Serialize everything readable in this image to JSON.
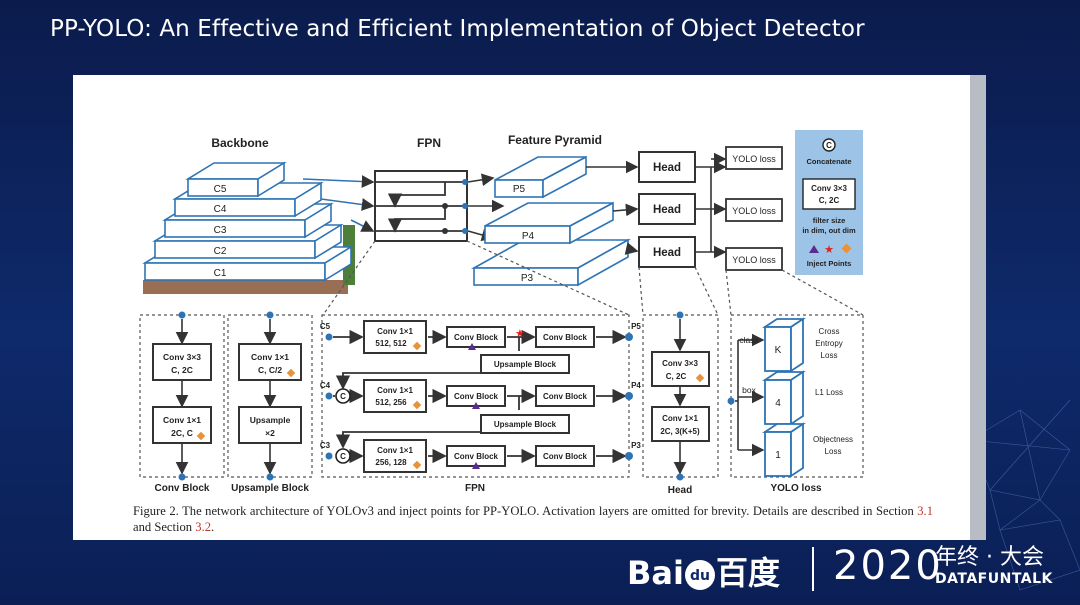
{
  "slide": {
    "title": "PP-YOLO: An Effective and Efficient Implementation of Object Detector"
  },
  "figure": {
    "top": {
      "backbone_label": "Backbone",
      "fpn_label": "FPN",
      "pyramid_label": "Feature Pyramid",
      "backbone_levels": [
        "C5",
        "C4",
        "C3",
        "C2",
        "C1"
      ],
      "pyramid_levels": [
        "P5",
        "P4",
        "P3"
      ],
      "head_label": "Head",
      "yolo_loss_label": "YOLO loss"
    },
    "legend": {
      "concat_symbol": "C",
      "concat_label": "Concatenate",
      "conv_line1": "Conv 3×3",
      "conv_line2": "C, 2C",
      "filter_line1": "filter size",
      "filter_line2": "in dim, out dim",
      "inject_label": "Inject Points"
    },
    "conv_block": {
      "b1_line1": "Conv 3×3",
      "b1_line2": "C, 2C",
      "b2_line1": "Conv 1×1",
      "b2_line2": "2C, C",
      "label": "Conv Block"
    },
    "upsample_block": {
      "b1_line1": "Conv 1×1",
      "b1_line2": "C, C/2",
      "b2_line1": "Upsample",
      "b2_line2": "×2",
      "label": "Upsample Block"
    },
    "fpn_detail": {
      "rows": [
        {
          "in": "C5",
          "out": "P5",
          "conv1": "Conv 1×1",
          "conv2": "512, 512"
        },
        {
          "in": "C4",
          "out": "P4",
          "conv1": "Conv 1×1",
          "conv2": "512, 256"
        },
        {
          "in": "C3",
          "out": "P3",
          "conv1": "Conv 1×1",
          "conv2": "256, 128"
        }
      ],
      "conv_block": "Conv Block",
      "upsample_block": "Upsample Block",
      "concat": "C",
      "label": "FPN"
    },
    "head_detail": {
      "b1_line1": "Conv 3×3",
      "b1_line2": "C, 2C",
      "b2_line1": "Conv 1×1",
      "b2_line2": "2C, 3(K+5)",
      "label": "Head"
    },
    "yolo_loss_detail": {
      "class_label": "class",
      "box_label": "box",
      "slabs": [
        "K",
        "4",
        "1"
      ],
      "loss1": [
        "Cross",
        "Entropy",
        "Loss"
      ],
      "loss2": "L1 Loss",
      "loss3": [
        "Objectness",
        "Loss"
      ],
      "label": "YOLO loss"
    },
    "caption": {
      "text": "Figure 2. The network architecture of YOLOv3 and inject points for PP-YOLO. Activation layers are omitted for brevity. Details are described in Section ",
      "ref1": "3.1",
      "mid": " and Section ",
      "ref2": "3.2",
      "end": "."
    }
  },
  "footer": {
    "logo_left": "Bai",
    "logo_paw": "du",
    "logo_cn": "百度",
    "year": "2020",
    "conference_cn": "年终 · 大会",
    "conference_en": "DATAFUNTALK"
  },
  "colors": {
    "background": "#0e2a6b",
    "diagram_stroke": "#2e74b5",
    "legend_bg": "#9dc3e6",
    "inject_purple": "#5b2c8f",
    "inject_red": "#e0201b",
    "inject_orange": "#e8923a",
    "ref_red": "#c0392b"
  }
}
